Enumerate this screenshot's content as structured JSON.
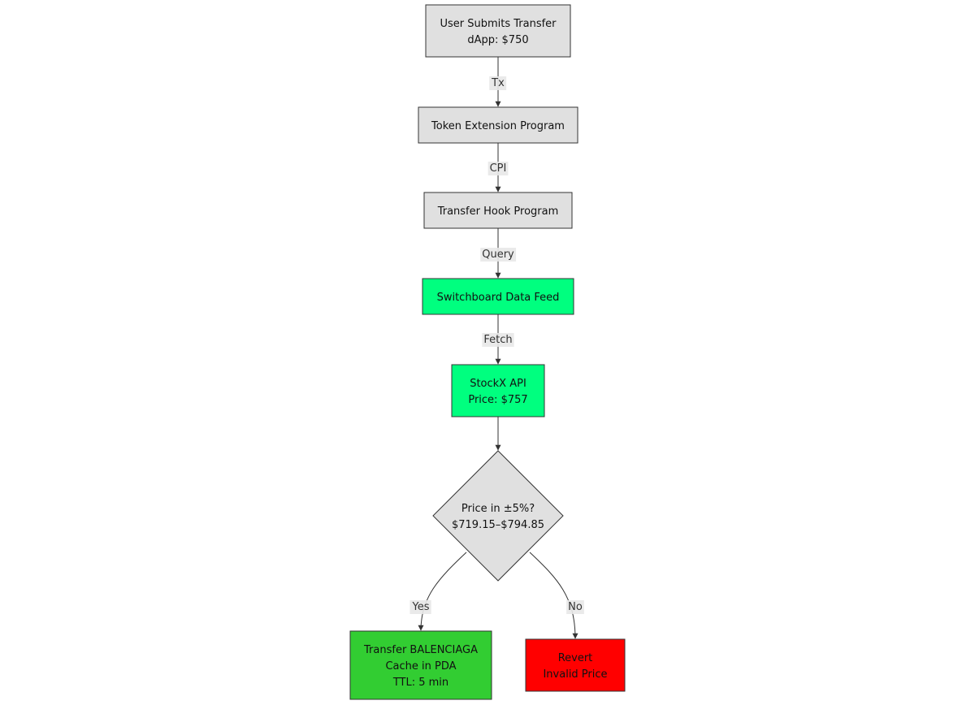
{
  "diagram": {
    "nodes": [
      {
        "id": "submit",
        "lines": [
          "User Submits Transfer",
          "dApp: $750"
        ],
        "shape": "rect",
        "color": "#e0e0e0"
      },
      {
        "id": "token-ext",
        "lines": [
          "Token Extension Program"
        ],
        "shape": "rect",
        "color": "#e0e0e0"
      },
      {
        "id": "hook",
        "lines": [
          "Transfer Hook Program"
        ],
        "shape": "rect",
        "color": "#e0e0e0"
      },
      {
        "id": "switchboard",
        "lines": [
          "Switchboard Data Feed"
        ],
        "shape": "rect",
        "color": "#00ff7f"
      },
      {
        "id": "stockx",
        "lines": [
          "StockX API",
          "Price: $757"
        ],
        "shape": "rect",
        "color": "#00ff7f"
      },
      {
        "id": "decision",
        "lines": [
          "Price in ±5%?",
          "$719.15–$794.85"
        ],
        "shape": "diamond",
        "color": "#e0e0e0"
      },
      {
        "id": "transfer",
        "lines": [
          "Transfer BALENCIAGA",
          "Cache in PDA",
          "TTL: 5 min"
        ],
        "shape": "rect",
        "color": "#32cd32"
      },
      {
        "id": "revert",
        "lines": [
          "Revert",
          "Invalid Price"
        ],
        "shape": "rect",
        "color": "#ff0000"
      }
    ],
    "edges": [
      {
        "from": "submit",
        "to": "token-ext",
        "label": "Tx"
      },
      {
        "from": "token-ext",
        "to": "hook",
        "label": "CPI"
      },
      {
        "from": "hook",
        "to": "switchboard",
        "label": "Query"
      },
      {
        "from": "switchboard",
        "to": "stockx",
        "label": "Fetch"
      },
      {
        "from": "stockx",
        "to": "decision",
        "label": ""
      },
      {
        "from": "decision",
        "to": "transfer",
        "label": "Yes"
      },
      {
        "from": "decision",
        "to": "revert",
        "label": "No"
      }
    ]
  }
}
